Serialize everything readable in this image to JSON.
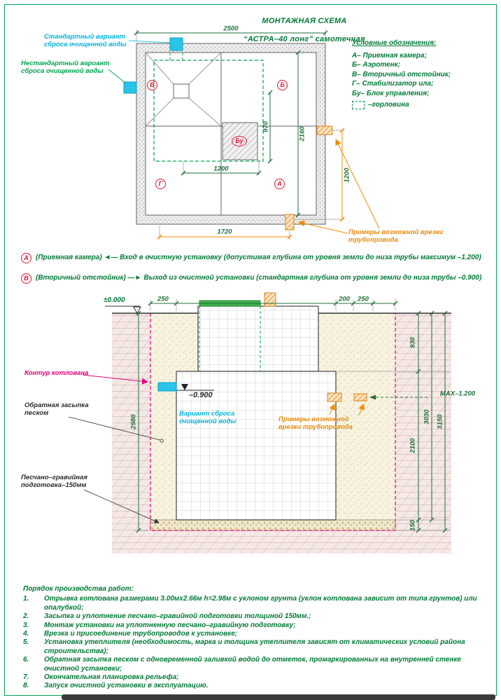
{
  "page": {
    "title_line1": "МОНТАЖНАЯ СХЕМА",
    "title_line2": "“АСТРА–40 лонг” самотечная"
  },
  "plan": {
    "callouts": {
      "standard_discharge": "Стандартный вариант\nсброса очищенной воды",
      "nonstandard_discharge": "Нестандартный вариант\nсброса очищенной воды",
      "pipe_examples": "Примеры возможной врезки\nтрубопровода"
    },
    "markers": {
      "a": "А",
      "b": "Б",
      "v": "В",
      "g": "Г",
      "bu": "Бу"
    },
    "dims": {
      "width": "2500",
      "inner_height": "970",
      "depth": "2160",
      "bu_width": "1200",
      "pipe_offset": "1200",
      "bottom_offset": "1720"
    }
  },
  "legend": {
    "title": "Условные обозначения:",
    "items": [
      "А– Приемная камера;",
      "Б– Аэротенк;",
      "В– Вторичный отстойник;",
      "Г– Стабилизатор ила;",
      "Бу– Блок управления;"
    ],
    "neck_item": "–горловина"
  },
  "notes": [
    {
      "marker": "А",
      "name": "(Приемная камера)",
      "arrow": "◄—",
      "text": "Вход в очистную установку (допустимая глубина от уровня земли до низа трубы максимум –1.200)"
    },
    {
      "marker": "В",
      "name": "(Вторичный отстойник)",
      "arrow": "—►",
      "text": "Выход из очистной установки (стандартная глубина от уровня земли до низа трубы –0.900)"
    }
  ],
  "section": {
    "level_zero": "±0.000",
    "level_discharge": "–0.900",
    "max_depth": "MAX–1.200",
    "dims_top": [
      "250",
      "200",
      "250"
    ],
    "dims_right": {
      "d930": "930",
      "d2100": "2100",
      "d150": "150",
      "d3030": "3030",
      "d3150": "3150"
    },
    "dim_left": "2980",
    "callouts": {
      "pit_contour": "Контур котлована",
      "backfill": "Обратная засыпка\nпеском",
      "base": "Песчано–гравийная\nподготовка–150мм",
      "discharge_variant": "Вариант сброса\nочищенной воды",
      "pipe_examples": "Примеры возможной\nврезки трубопровода"
    }
  },
  "procedure": {
    "title": "Порядок производства работ:",
    "items": [
      {
        "num": "1.",
        "text": "Отрывка котлована размерами 3.00мх2.66м h=2.98м с уклоном грунта (уклон котлована зависит от типа грунтов) или опалубкой;"
      },
      {
        "num": "2.",
        "text": "Засыпка и уплотнение песчано–гравийной подготовки толщиной 150мм.;"
      },
      {
        "num": "3.",
        "text": "Монтаж установки на уплотненную песчано–гравийную подготовку;"
      },
      {
        "num": "4.",
        "text": "Врезка и присоединение трубопроводов к установке;"
      },
      {
        "num": "5.",
        "text": "Установка утеплителя (необходимость, марка и толщина утеплителя зависят от климатических условий района строительства);"
      },
      {
        "num": "6.",
        "text": "Обратная засыпка песком с одновременной заливкой водой до отметок, промаркированных на внутренней стенке очистной установки;"
      },
      {
        "num": "7.",
        "text": "Окончательная планировка рельефа;"
      },
      {
        "num": "8.",
        "text": "Запуск очистной установки в эксплуатацию."
      }
    ]
  }
}
